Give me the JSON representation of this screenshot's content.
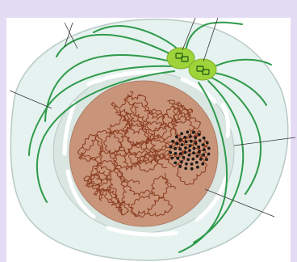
{
  "diagram": {
    "colors": {
      "frame_border": "#e4dcf4",
      "cell_fill": "#e6f2ef",
      "cell_stroke": "#b8c9c5",
      "nuclear_envelope": "#d9e6e2",
      "nuclear_pore": "#ffffff",
      "nucleus_fill": "#c8957a",
      "chromatin": "#8a3a1e",
      "nucleolus": "#1a1a1a",
      "spindle_fiber": "#2e9a4a",
      "centrosome": "#9fd33a",
      "centriole": "#2e6a1a",
      "leader_line": "#333333"
    },
    "structures": [
      "cell-membrane",
      "cytoplasm",
      "nuclear-envelope",
      "nuclear-pores",
      "nucleus",
      "chromatin",
      "nucleolus",
      "centrosomes",
      "centrioles",
      "spindle-fibers"
    ]
  }
}
